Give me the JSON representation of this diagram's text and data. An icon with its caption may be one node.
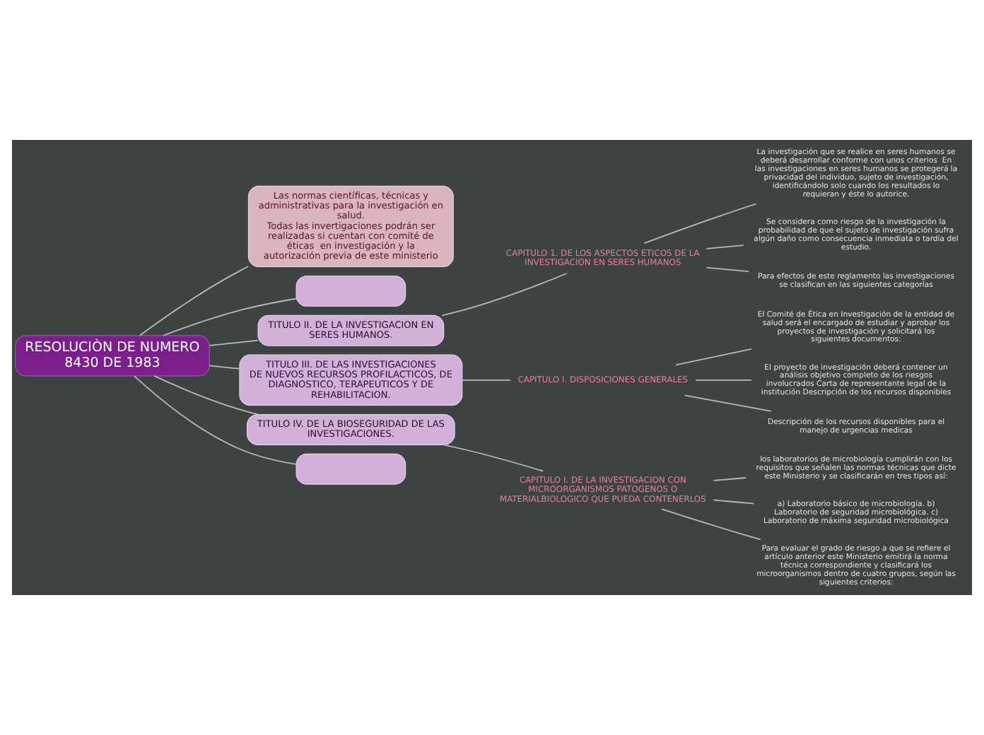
{
  "diagram": {
    "nodes": [
      {
        "text": [
          "RESOLUCIÒN DE NUMERO 8430 DE 1983"
        ]
      },
      {
        "text": [
          "Las normas científicas, técnicas y administrativas para la investigación en salud.",
          "Todas las invertigaciones podrán ser realizadas si cuentan con comité de éticas  en investigación y la autorización previa de este ministerio"
        ]
      },
      {
        "text": [],
        "shape": "box"
      },
      {
        "text": [
          "TITULO II. DE LA INVESTIGACION EN SERES HUMANOS."
        ]
      },
      {
        "text": [
          "CAPITULO 1. DE LOS ASPECTOS ETICOS DE LA INVESTIGACION EN SERES HUMANOS"
        ]
      },
      {
        "text": [
          "La investigación que se realice en seres humanos se deberá desarrollar conforme con unos criterios  En las investigaciones en seres humanos se protegerá la privacidad del individuo, sujeto de investigación, identificándolo solo cuando los resultados lo requieran y éste lo autorice."
        ]
      },
      {
        "text": [
          "Se considera como riesgo de la investigación la probabilidad de que el sujeto de investigación sufra algún daño como consecuencia inmediata o tardía del estudio."
        ]
      },
      {
        "text": [
          "Para efectos de este reglamento las investigaciones se clasifican en las siguientes categorías"
        ]
      },
      {
        "text": [
          "TITULO III. DE LAS INVESTIGACIONES DE NUEVOS RECURSOS PROFILACTICOS, DE DIAGNOSTICO, TERAPEUTICOS Y DE REHABILITACION."
        ]
      },
      {
        "text": [
          "CAPITULO I. DISPOSICIONES GENERALES"
        ]
      },
      {
        "text": [
          "El Comité de Ética en Investigación de la entidad de salud será el encargado de estudiar y aprobar los proyectos de investigación y solicitará los siguientes documentos:"
        ]
      },
      {
        "text": [
          "El proyecto de investigación deberá contener un análisis objetivo completo de los riesgos involucrados Carta de representante legal de la institución Descripción de los recursos disponibles"
        ]
      },
      {
        "text": [
          "Descripción de los recursos disponibles para el manejo de urgencias medicas"
        ]
      },
      {
        "text": [
          "TITULO IV. DE LA BIOSEGURIDAD DE LAS INVESTIGACIONES."
        ]
      },
      {
        "text": [
          "CAPITULO I. DE LA INVESTIGACION CON MICROORGANISMOS PATOGENOS O MATERIALBIOLOGICO QUE PUEDA CONTENERLOS"
        ]
      },
      {
        "text": [
          "los laboratorios de microbiología cumplirán con los requisitos que señalen las normas técnicas que dicte este Ministerio y se clasificarán en tres tipos así:"
        ]
      },
      {
        "text": [
          "a) Laboratorio básico de microbiología. b) Laboratorio de seguridad microbiológica. c) Laboratorio de máxima seguridad microbiológica"
        ]
      },
      {
        "text": [
          "Para evaluar el grado de riesgo a que se refiere el artículo anterior este Ministerio emitirá la norma técnica correspondiente y clasificará los microorganismos dentro de cuatro grupos, según las siguientes criterios:"
        ]
      },
      {
        "text": [],
        "shape": "box"
      }
    ],
    "edges": [
      {
        "from": 0,
        "to": 1,
        "arrow": "none"
      },
      {
        "from": 0,
        "to": 2,
        "arrow": "none"
      },
      {
        "from": 0,
        "to": 3,
        "arrow": "none"
      },
      {
        "from": 3,
        "to": 4,
        "arrow": "none"
      },
      {
        "from": 4,
        "to": 5,
        "arrow": "none"
      },
      {
        "from": 4,
        "to": 6,
        "arrow": "none"
      },
      {
        "from": 4,
        "to": 7,
        "arrow": "none"
      },
      {
        "from": 0,
        "to": 8,
        "arrow": "none"
      },
      {
        "from": 8,
        "to": 9,
        "arrow": "none"
      },
      {
        "from": 9,
        "to": 10,
        "arrow": "none"
      },
      {
        "from": 9,
        "to": 11,
        "arrow": "none"
      },
      {
        "from": 9,
        "to": 12,
        "arrow": "none"
      },
      {
        "from": 0,
        "to": 13,
        "arrow": "none"
      },
      {
        "from": 13,
        "to": 14,
        "arrow": "none"
      },
      {
        "from": 14,
        "to": 15,
        "arrow": "none"
      },
      {
        "from": 14,
        "to": 16,
        "arrow": "none"
      },
      {
        "from": 14,
        "to": 17,
        "arrow": "none"
      },
      {
        "from": 0,
        "to": 18,
        "arrow": "none"
      }
    ]
  }
}
